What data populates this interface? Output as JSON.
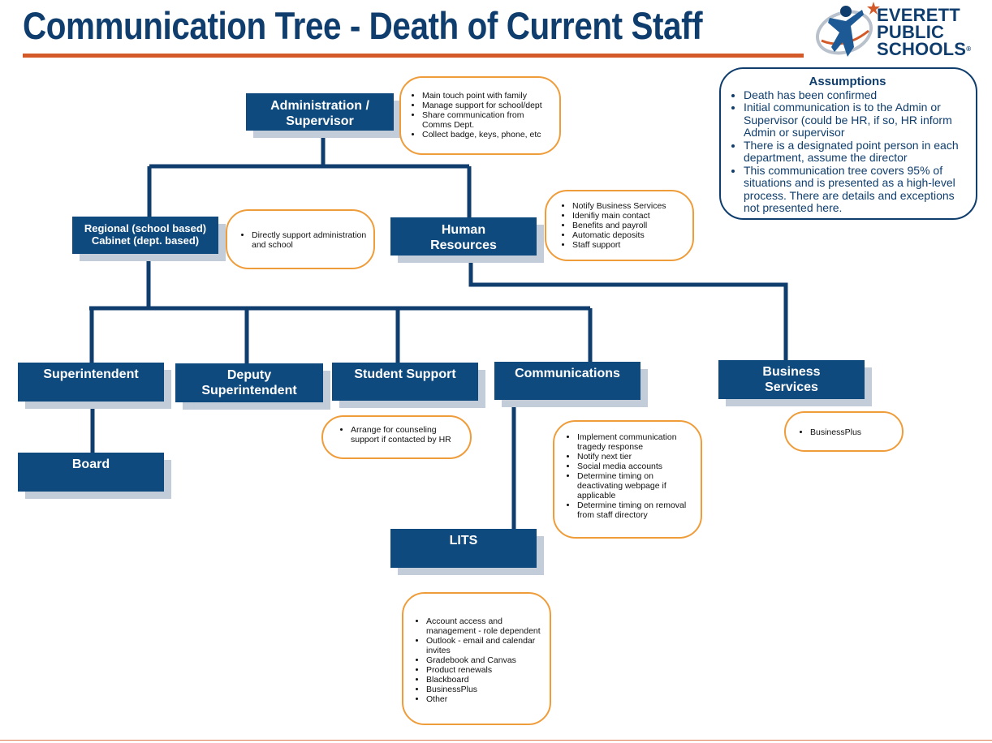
{
  "title": "Communication Tree - Death of Current Staff",
  "logo": {
    "line1": "EVERETT",
    "line2": "PUBLIC",
    "line3": "SCHOOLS",
    "mark": "®"
  },
  "colors": {
    "node_fill": "#0f4a7e",
    "title": "#0f3e6e",
    "accent": "#d35a28",
    "note_border": "#ef9c3a"
  },
  "nodes": {
    "admin": "Administration /\nSupervisor",
    "regional": "Regional (school based)\nCabinet (dept. based)",
    "hr": "Human\nResources",
    "superintendent": "Superintendent",
    "deputy": "Deputy\nSuperintendent",
    "student_support": "Student Support",
    "communications": "Communications",
    "business_services": "Business\nServices",
    "board": "Board",
    "lits": "LITS"
  },
  "notes": {
    "admin": [
      "Main touch point with family",
      "Manage support for school/dept",
      "Share communication from Comms Dept.",
      "Collect badge, keys, phone, etc"
    ],
    "regional": [
      "Directly support administration and school"
    ],
    "hr": [
      "Notify Business Services",
      "Idenifiy main contact",
      "Benefits and payroll",
      "Automatic deposits",
      "Staff support"
    ],
    "student_support": [
      "Arrange for counseling support if contacted by HR"
    ],
    "communications": [
      "Implement communication tragedy response",
      "Notify next tier",
      "Social media accounts",
      "Determine timing on deactivating webpage if applicable",
      "Determine timing on  removal from staff  directory"
    ],
    "business_services": [
      "BusinessPlus"
    ],
    "lits": [
      "Account access and management - role dependent",
      "Outlook - email and calendar invites",
      "Gradebook and Canvas",
      "Product renewals",
      "Blackboard",
      "BusinessPlus",
      "Other"
    ]
  },
  "assumptions": {
    "title": "Assumptions",
    "items": [
      "Death has been confirmed",
      "Initial communication is to the Admin or Supervisor (could be HR, if so, HR inform Admin or supervisor",
      "There is a designated point person in each department, assume the director",
      "This communication tree covers 95% of situations and is presented as a high-level process. There are details and exceptions not presented here."
    ]
  }
}
